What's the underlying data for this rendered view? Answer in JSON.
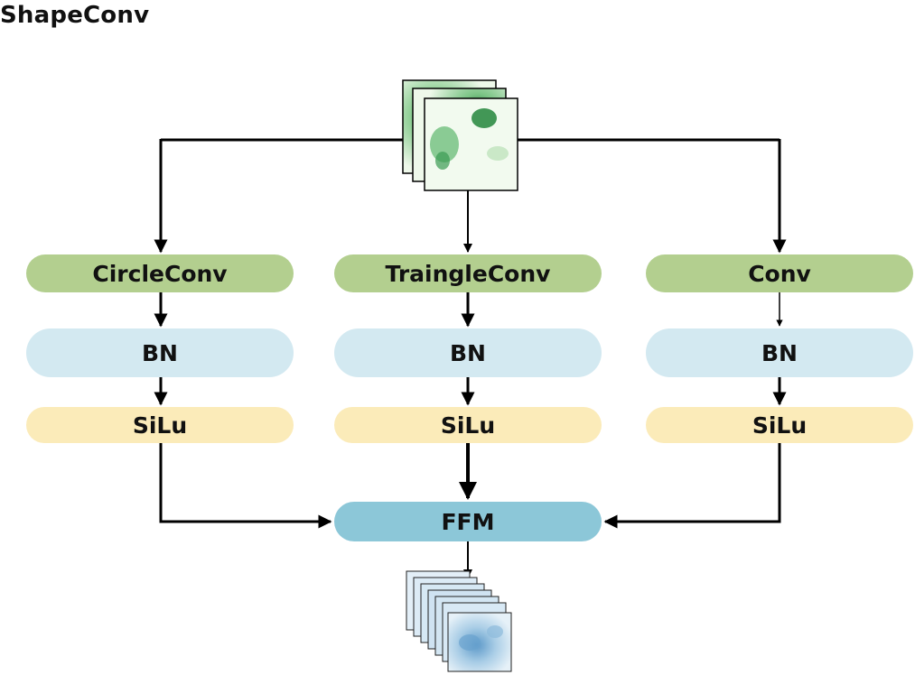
{
  "title": "ShapeConv",
  "branches": [
    {
      "conv": "CircleConv",
      "norm": "BN",
      "act": "SiLu"
    },
    {
      "conv": "TraingleConv",
      "norm": "BN",
      "act": "SiLu"
    },
    {
      "conv": "Conv",
      "norm": "BN",
      "act": "SiLu"
    }
  ],
  "fusion": "FFM",
  "colors": {
    "conv": "#b3cf8f",
    "norm": "#d3e9f1",
    "act": "#fbebb9",
    "fusion": "#8cc7d8",
    "input_map": "#2e8b45",
    "output_map": "#7fb0d6"
  },
  "icons": {
    "input": "input-feature-maps-green",
    "output": "output-feature-maps-blue"
  }
}
